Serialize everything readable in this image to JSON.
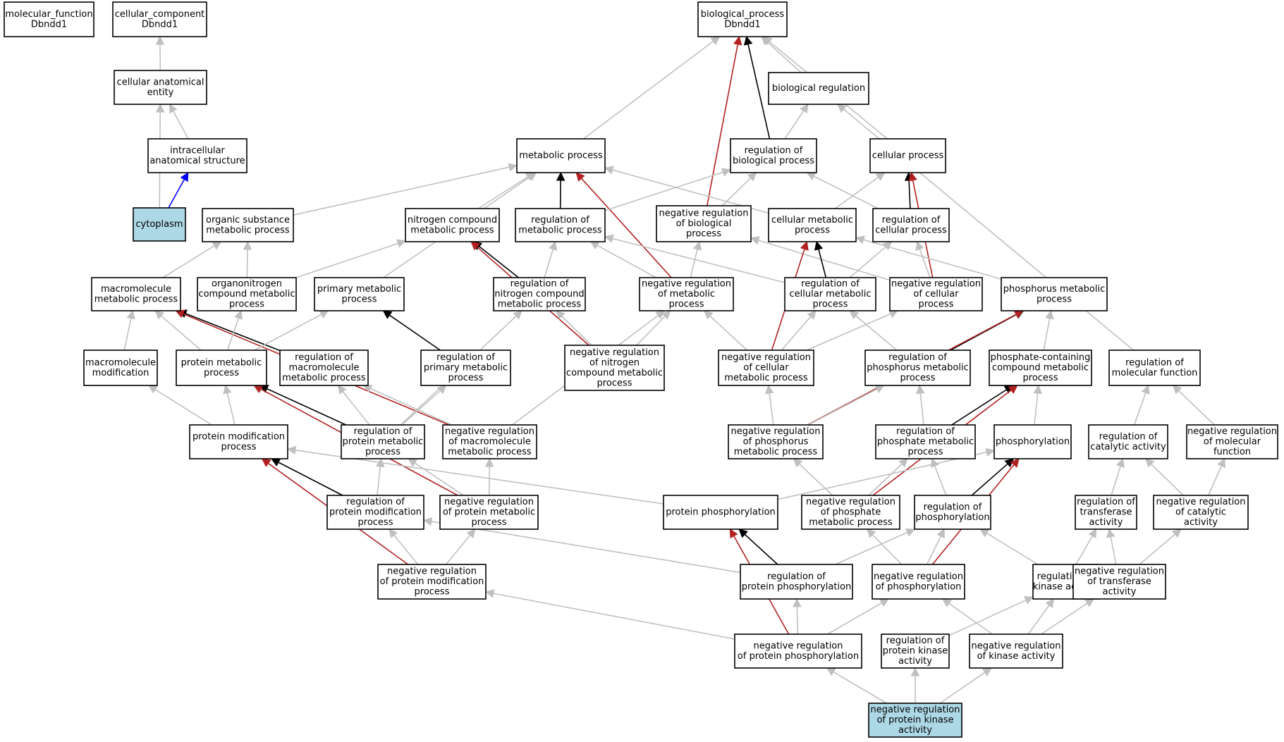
{
  "colors": {
    "node_fill": "#ffffff",
    "highlight_fill": "#add8e6",
    "is_a": "#c0c0c0",
    "regulates": "#000000",
    "negatively_regulates": "#b22222",
    "part_of": "#0000ff"
  },
  "nodes": [
    {
      "id": "mf",
      "lines": [
        "molecular_function",
        "Dbndd1"
      ]
    },
    {
      "id": "cc",
      "lines": [
        "cellular_component",
        "Dbndd1"
      ]
    },
    {
      "id": "bp",
      "lines": [
        "biological_process",
        "Dbndd1"
      ]
    },
    {
      "id": "cae",
      "lines": [
        "cellular anatomical",
        "entity"
      ]
    },
    {
      "id": "ias",
      "lines": [
        "intracellular",
        "anatomical structure"
      ]
    },
    {
      "id": "cyto",
      "lines": [
        "cytoplasm"
      ],
      "highlight": true
    },
    {
      "id": "breg",
      "lines": [
        "biological regulation"
      ]
    },
    {
      "id": "mp",
      "lines": [
        "metabolic process"
      ]
    },
    {
      "id": "rbp",
      "lines": [
        "regulation of",
        "biological process"
      ]
    },
    {
      "id": "cp",
      "lines": [
        "cellular process"
      ]
    },
    {
      "id": "osmp",
      "lines": [
        "organic substance",
        "metabolic process"
      ]
    },
    {
      "id": "ncmp",
      "lines": [
        "nitrogen compound",
        "metabolic process"
      ]
    },
    {
      "id": "rmp",
      "lines": [
        "regulation of",
        "metabolic process"
      ]
    },
    {
      "id": "nrbp",
      "lines": [
        "negative regulation",
        "of biological",
        "process"
      ]
    },
    {
      "id": "cmp",
      "lines": [
        "cellular metabolic",
        "process"
      ]
    },
    {
      "id": "rcp",
      "lines": [
        "regulation of",
        "cellular process"
      ]
    },
    {
      "id": "mmp",
      "lines": [
        "macromolecule",
        "metabolic process"
      ]
    },
    {
      "id": "oncmp",
      "lines": [
        "organonitrogen",
        "compound metabolic",
        "process"
      ]
    },
    {
      "id": "pmp",
      "lines": [
        "primary metabolic",
        "process"
      ]
    },
    {
      "id": "rncmp",
      "lines": [
        "regulation of",
        "nitrogen compound",
        "metabolic process"
      ]
    },
    {
      "id": "nrmp",
      "lines": [
        "negative regulation",
        "of metabolic",
        "process"
      ]
    },
    {
      "id": "rcmp",
      "lines": [
        "regulation of",
        "cellular metabolic",
        "process"
      ]
    },
    {
      "id": "nrcp",
      "lines": [
        "negative regulation",
        "of cellular",
        "process"
      ]
    },
    {
      "id": "phmp",
      "lines": [
        "phosphorus metabolic",
        "process"
      ]
    },
    {
      "id": "mm",
      "lines": [
        "macromolecule",
        "modification"
      ]
    },
    {
      "id": "prmp",
      "lines": [
        "protein metabolic",
        "process"
      ]
    },
    {
      "id": "rmmp",
      "lines": [
        "regulation of",
        "macromolecule",
        "metabolic process"
      ]
    },
    {
      "id": "rpmp",
      "lines": [
        "regulation of",
        "primary metabolic",
        "process"
      ]
    },
    {
      "id": "nrncmp",
      "lines": [
        "negative regulation",
        "of nitrogen",
        "compound metabolic",
        "process"
      ]
    },
    {
      "id": "nrcmp",
      "lines": [
        "negative regulation",
        "of cellular",
        "metabolic process"
      ]
    },
    {
      "id": "rphmp",
      "lines": [
        "regulation of",
        "phosphorus metabolic",
        "process"
      ]
    },
    {
      "id": "pccmp",
      "lines": [
        "phosphate-containing",
        "compound metabolic",
        "process"
      ]
    },
    {
      "id": "rmf",
      "lines": [
        "regulation of",
        "molecular function"
      ]
    },
    {
      "id": "pmod",
      "lines": [
        "protein modification",
        "process"
      ]
    },
    {
      "id": "rprmp",
      "lines": [
        "regulation of",
        "protein metabolic",
        "process"
      ]
    },
    {
      "id": "nrmmp",
      "lines": [
        "negative regulation",
        "of macromolecule",
        "metabolic process"
      ]
    },
    {
      "id": "nrphmp",
      "lines": [
        "negative regulation",
        "of phosphorus",
        "metabolic process"
      ]
    },
    {
      "id": "rpcmp",
      "lines": [
        "regulation of",
        "phosphate metabolic",
        "process"
      ]
    },
    {
      "id": "phos",
      "lines": [
        "phosphorylation"
      ]
    },
    {
      "id": "rca",
      "lines": [
        "regulation of",
        "catalytic activity"
      ]
    },
    {
      "id": "nrmf",
      "lines": [
        "negative regulation",
        "of molecular",
        "function"
      ]
    },
    {
      "id": "rpmod",
      "lines": [
        "regulation of",
        "protein modification",
        "process"
      ]
    },
    {
      "id": "nrprmp",
      "lines": [
        "negative regulation",
        "of protein metabolic",
        "process"
      ]
    },
    {
      "id": "pphos",
      "lines": [
        "protein phosphorylation"
      ]
    },
    {
      "id": "nrpcmp",
      "lines": [
        "negative regulation",
        "of phosphate",
        "metabolic process"
      ]
    },
    {
      "id": "rphos",
      "lines": [
        "regulation of",
        "phosphorylation"
      ]
    },
    {
      "id": "rta",
      "lines": [
        "regulation of",
        "transferase",
        "activity"
      ]
    },
    {
      "id": "nrca",
      "lines": [
        "negative regulation",
        "of catalytic",
        "activity"
      ]
    },
    {
      "id": "nrpmod",
      "lines": [
        "negative regulation",
        "of protein modification",
        "process"
      ]
    },
    {
      "id": "rpphos",
      "lines": [
        "regulation of",
        "protein phosphorylation"
      ]
    },
    {
      "id": "nrphos",
      "lines": [
        "negative regulation",
        "of phosphorylation"
      ]
    },
    {
      "id": "rka",
      "lines": [
        "regulation of",
        "kinase activity"
      ]
    },
    {
      "id": "nrta",
      "lines": [
        "negative regulation",
        "of transferase",
        "activity"
      ]
    },
    {
      "id": "nrpphos",
      "lines": [
        "negative regulation",
        "of protein phosphorylation"
      ]
    },
    {
      "id": "rpka",
      "lines": [
        "regulation of",
        "protein kinase",
        "activity"
      ]
    },
    {
      "id": "nrka",
      "lines": [
        "negative regulation",
        "of kinase activity"
      ]
    },
    {
      "id": "nrpka",
      "lines": [
        "negative regulation",
        "of protein kinase",
        "activity"
      ],
      "highlight": true
    }
  ],
  "edges": [
    {
      "from": "cae",
      "to": "cc",
      "rel": "is_a"
    },
    {
      "from": "ias",
      "to": "cae",
      "rel": "is_a"
    },
    {
      "from": "cyto",
      "to": "cae",
      "rel": "is_a"
    },
    {
      "from": "cyto",
      "to": "ias",
      "rel": "part_of"
    },
    {
      "from": "breg",
      "to": "bp",
      "rel": "is_a"
    },
    {
      "from": "mp",
      "to": "bp",
      "rel": "is_a"
    },
    {
      "from": "cp",
      "to": "bp",
      "rel": "is_a"
    },
    {
      "from": "rbp",
      "to": "bp",
      "rel": "regulates"
    },
    {
      "from": "nrbp",
      "to": "bp",
      "rel": "negatively_regulates"
    },
    {
      "from": "rbp",
      "to": "breg",
      "rel": "is_a"
    },
    {
      "from": "rmf",
      "to": "breg",
      "rel": "is_a"
    },
    {
      "from": "osmp",
      "to": "mp",
      "rel": "is_a"
    },
    {
      "from": "ncmp",
      "to": "mp",
      "rel": "is_a"
    },
    {
      "from": "pmp",
      "to": "mp",
      "rel": "is_a"
    },
    {
      "from": "cmp",
      "to": "mp",
      "rel": "is_a"
    },
    {
      "from": "rmp",
      "to": "mp",
      "rel": "regulates"
    },
    {
      "from": "nrmp",
      "to": "mp",
      "rel": "negatively_regulates"
    },
    {
      "from": "rmp",
      "to": "rbp",
      "rel": "is_a"
    },
    {
      "from": "nrbp",
      "to": "rbp",
      "rel": "is_a"
    },
    {
      "from": "rcp",
      "to": "rbp",
      "rel": "is_a"
    },
    {
      "from": "cmp",
      "to": "cp",
      "rel": "is_a"
    },
    {
      "from": "rcp",
      "to": "cp",
      "rel": "regulates"
    },
    {
      "from": "nrcp",
      "to": "cp",
      "rel": "negatively_regulates"
    },
    {
      "from": "mmp",
      "to": "osmp",
      "rel": "is_a"
    },
    {
      "from": "oncmp",
      "to": "osmp",
      "rel": "is_a"
    },
    {
      "from": "oncmp",
      "to": "ncmp",
      "rel": "is_a"
    },
    {
      "from": "rncmp",
      "to": "ncmp",
      "rel": "regulates"
    },
    {
      "from": "nrncmp",
      "to": "ncmp",
      "rel": "negatively_regulates"
    },
    {
      "from": "rncmp",
      "to": "rmp",
      "rel": "is_a"
    },
    {
      "from": "nrmp",
      "to": "rmp",
      "rel": "is_a"
    },
    {
      "from": "rcmp",
      "to": "rmp",
      "rel": "is_a"
    },
    {
      "from": "nrmp",
      "to": "nrbp",
      "rel": "is_a"
    },
    {
      "from": "nrcp",
      "to": "nrbp",
      "rel": "is_a"
    },
    {
      "from": "rcmp",
      "to": "cmp",
      "rel": "regulates"
    },
    {
      "from": "nrcmp",
      "to": "cmp",
      "rel": "negatively_regulates"
    },
    {
      "from": "phmp",
      "to": "cmp",
      "rel": "is_a"
    },
    {
      "from": "rcmp",
      "to": "rcp",
      "rel": "is_a"
    },
    {
      "from": "nrcp",
      "to": "rcp",
      "rel": "is_a"
    },
    {
      "from": "mm",
      "to": "mmp",
      "rel": "is_a"
    },
    {
      "from": "prmp",
      "to": "mmp",
      "rel": "is_a"
    },
    {
      "from": "rmmp",
      "to": "mmp",
      "rel": "regulates"
    },
    {
      "from": "nrmmp",
      "to": "mmp",
      "rel": "negatively_regulates"
    },
    {
      "from": "prmp",
      "to": "oncmp",
      "rel": "is_a"
    },
    {
      "from": "prmp",
      "to": "pmp",
      "rel": "is_a"
    },
    {
      "from": "rpmp",
      "to": "pmp",
      "rel": "regulates"
    },
    {
      "from": "nrncmp",
      "to": "rncmp",
      "rel": "is_a"
    },
    {
      "from": "rprmp",
      "to": "rncmp",
      "rel": "is_a"
    },
    {
      "from": "nrncmp",
      "to": "nrmp",
      "rel": "is_a"
    },
    {
      "from": "nrcmp",
      "to": "nrmp",
      "rel": "is_a"
    },
    {
      "from": "nrmmp",
      "to": "nrmp",
      "rel": "is_a"
    },
    {
      "from": "nrcmp",
      "to": "rcmp",
      "rel": "is_a"
    },
    {
      "from": "rphmp",
      "to": "rcmp",
      "rel": "is_a"
    },
    {
      "from": "nrcmp",
      "to": "nrcp",
      "rel": "is_a"
    },
    {
      "from": "pccmp",
      "to": "phmp",
      "rel": "is_a"
    },
    {
      "from": "rphmp",
      "to": "phmp",
      "rel": "regulates"
    },
    {
      "from": "nrphmp",
      "to": "phmp",
      "rel": "negatively_regulates"
    },
    {
      "from": "pmod",
      "to": "mm",
      "rel": "is_a"
    },
    {
      "from": "pmod",
      "to": "prmp",
      "rel": "is_a"
    },
    {
      "from": "rprmp",
      "to": "prmp",
      "rel": "regulates"
    },
    {
      "from": "nrprmp",
      "to": "prmp",
      "rel": "negatively_regulates"
    },
    {
      "from": "rprmp",
      "to": "rmmp",
      "rel": "is_a"
    },
    {
      "from": "nrmmp",
      "to": "rmmp",
      "rel": "is_a"
    },
    {
      "from": "rprmp",
      "to": "rpmp",
      "rel": "is_a"
    },
    {
      "from": "nrphmp",
      "to": "nrcmp",
      "rel": "is_a"
    },
    {
      "from": "nrphmp",
      "to": "rphmp",
      "rel": "is_a"
    },
    {
      "from": "rpcmp",
      "to": "rphmp",
      "rel": "is_a"
    },
    {
      "from": "phos",
      "to": "pccmp",
      "rel": "is_a"
    },
    {
      "from": "rpcmp",
      "to": "pccmp",
      "rel": "regulates"
    },
    {
      "from": "nrpcmp",
      "to": "pccmp",
      "rel": "negatively_regulates"
    },
    {
      "from": "rca",
      "to": "rmf",
      "rel": "is_a"
    },
    {
      "from": "nrmf",
      "to": "rmf",
      "rel": "is_a"
    },
    {
      "from": "rpmod",
      "to": "pmod",
      "rel": "regulates"
    },
    {
      "from": "nrpmod",
      "to": "pmod",
      "rel": "negatively_regulates"
    },
    {
      "from": "pphos",
      "to": "pmod",
      "rel": "is_a"
    },
    {
      "from": "rpmod",
      "to": "rprmp",
      "rel": "is_a"
    },
    {
      "from": "nrprmp",
      "to": "rprmp",
      "rel": "is_a"
    },
    {
      "from": "nrprmp",
      "to": "nrmmp",
      "rel": "is_a"
    },
    {
      "from": "nrpcmp",
      "to": "nrphmp",
      "rel": "is_a"
    },
    {
      "from": "nrpcmp",
      "to": "rpcmp",
      "rel": "is_a"
    },
    {
      "from": "rphos",
      "to": "rpcmp",
      "rel": "is_a"
    },
    {
      "from": "pphos",
      "to": "phos",
      "rel": "is_a"
    },
    {
      "from": "rphos",
      "to": "phos",
      "rel": "regulates"
    },
    {
      "from": "nrphos",
      "to": "phos",
      "rel": "negatively_regulates"
    },
    {
      "from": "rta",
      "to": "rca",
      "rel": "is_a"
    },
    {
      "from": "nrca",
      "to": "rca",
      "rel": "is_a"
    },
    {
      "from": "nrca",
      "to": "nrmf",
      "rel": "is_a"
    },
    {
      "from": "nrpmod",
      "to": "rpmod",
      "rel": "is_a"
    },
    {
      "from": "rpphos",
      "to": "rpmod",
      "rel": "is_a"
    },
    {
      "from": "nrpmod",
      "to": "nrprmp",
      "rel": "is_a"
    },
    {
      "from": "rpphos",
      "to": "pphos",
      "rel": "regulates"
    },
    {
      "from": "nrpphos",
      "to": "pphos",
      "rel": "negatively_regulates"
    },
    {
      "from": "nrphos",
      "to": "nrpcmp",
      "rel": "is_a"
    },
    {
      "from": "rpphos",
      "to": "rphos",
      "rel": "is_a"
    },
    {
      "from": "nrphos",
      "to": "rphos",
      "rel": "is_a"
    },
    {
      "from": "rka",
      "to": "rphos",
      "rel": "is_a"
    },
    {
      "from": "rka",
      "to": "rta",
      "rel": "is_a"
    },
    {
      "from": "nrta",
      "to": "rta",
      "rel": "is_a"
    },
    {
      "from": "nrta",
      "to": "nrca",
      "rel": "is_a"
    },
    {
      "from": "nrpphos",
      "to": "nrpmod",
      "rel": "is_a"
    },
    {
      "from": "nrpphos",
      "to": "rpphos",
      "rel": "is_a"
    },
    {
      "from": "nrpphos",
      "to": "nrphos",
      "rel": "is_a"
    },
    {
      "from": "rpka",
      "to": "rka",
      "rel": "is_a"
    },
    {
      "from": "nrka",
      "to": "rka",
      "rel": "is_a"
    },
    {
      "from": "nrka",
      "to": "nrphos",
      "rel": "is_a"
    },
    {
      "from": "nrka",
      "to": "nrta",
      "rel": "is_a"
    },
    {
      "from": "nrpka",
      "to": "nrpphos",
      "rel": "is_a"
    },
    {
      "from": "nrpka",
      "to": "rpka",
      "rel": "is_a"
    },
    {
      "from": "nrpka",
      "to": "nrka",
      "rel": "is_a"
    }
  ]
}
